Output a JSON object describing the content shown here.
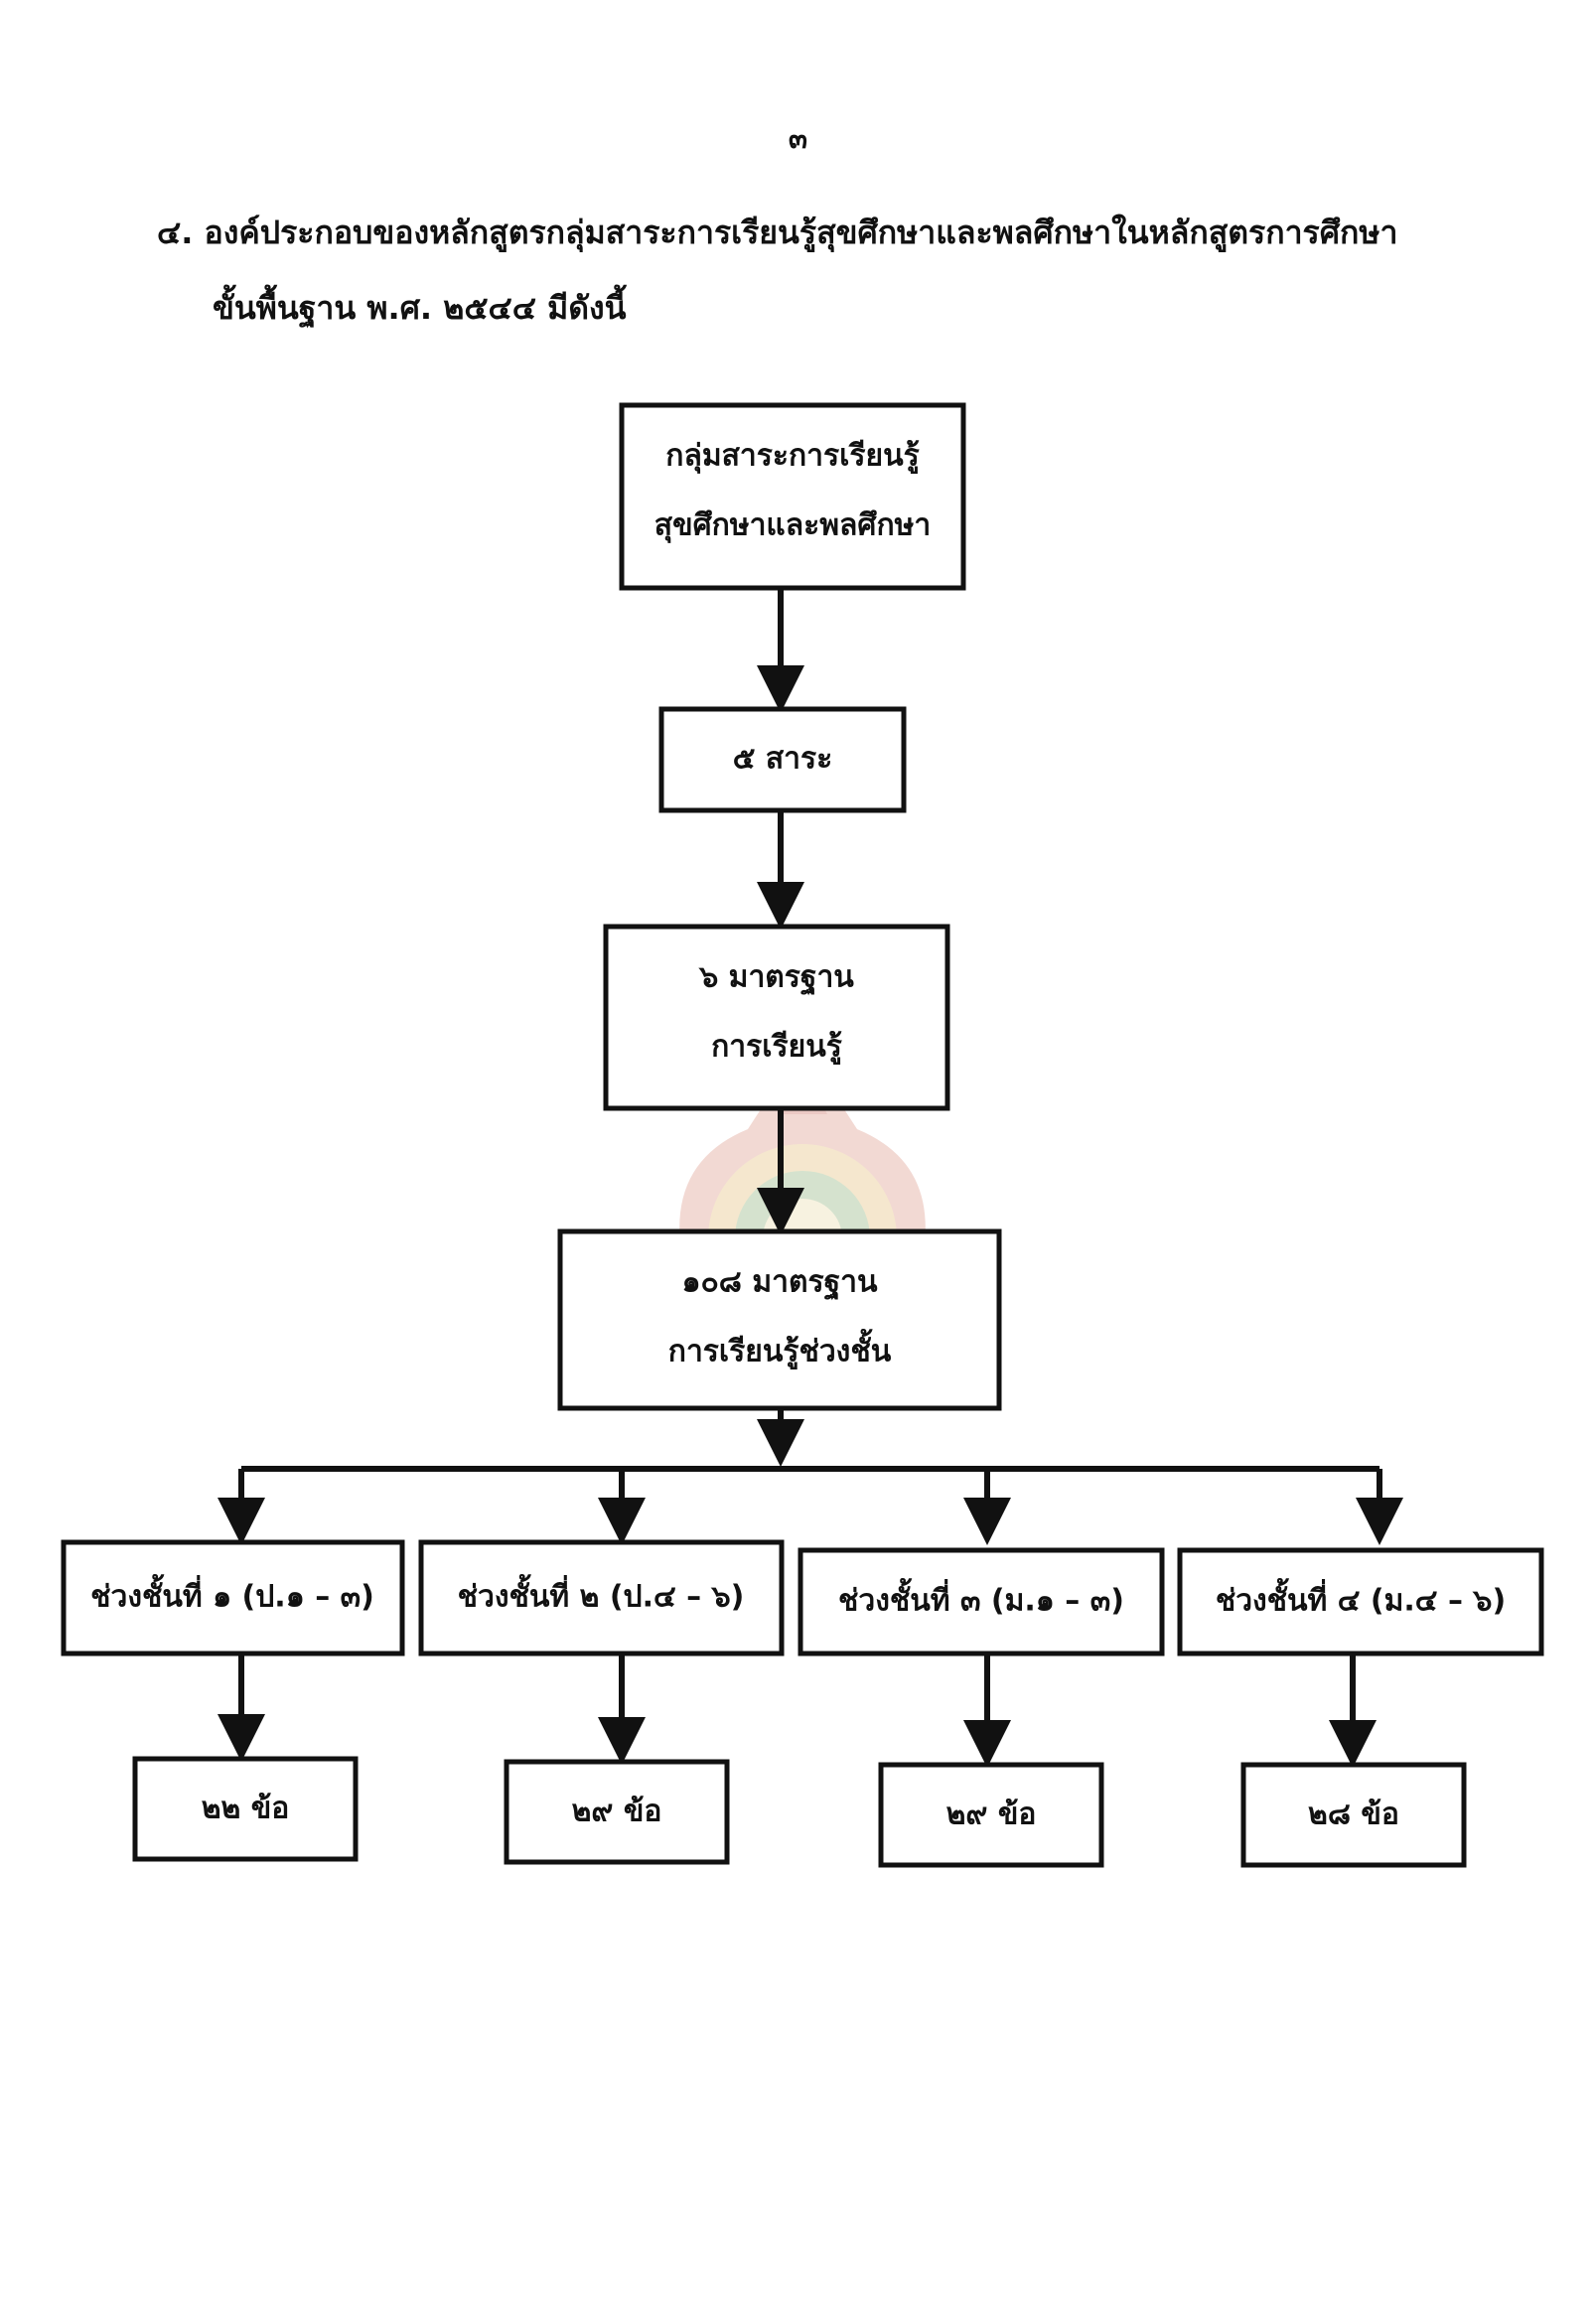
{
  "page_number": "๓",
  "heading": {
    "line1": "๔. องค์ประกอบของหลักสูตรกลุ่มสาระการเรียนรู้สุขศึกษาและพลศึกษาในหลักสูตรการศึกษา",
    "line2": "ขั้นพื้นฐาน พ.ศ. ๒๕๔๔ มีดังนี้"
  },
  "nodes": {
    "root": [
      "กลุ่มสาระการเรียนรู้",
      "สุขศึกษาและพลศึกษา"
    ],
    "strands": [
      "๕  สาระ"
    ],
    "standards": [
      "๖  มาตรฐาน",
      "การเรียนรู้"
    ],
    "grade_standards": [
      "๑๐๘  มาตรฐาน",
      "การเรียนรู้ช่วงชั้น"
    ],
    "levels": [
      "ช่วงชั้นที่ ๑ (ป.๑ – ๓)",
      "ช่วงชั้นที่ ๒ (ป.๔ – ๖)",
      "ช่วงชั้นที่ ๓ (ม.๑ – ๓)",
      "ช่วงชั้นที่ ๔ (ม.๔ – ๖)"
    ],
    "counts": [
      "๒๒  ข้อ",
      "๒๙  ข้อ",
      "๒๙  ข้อ",
      "๒๘  ข้อ"
    ]
  }
}
